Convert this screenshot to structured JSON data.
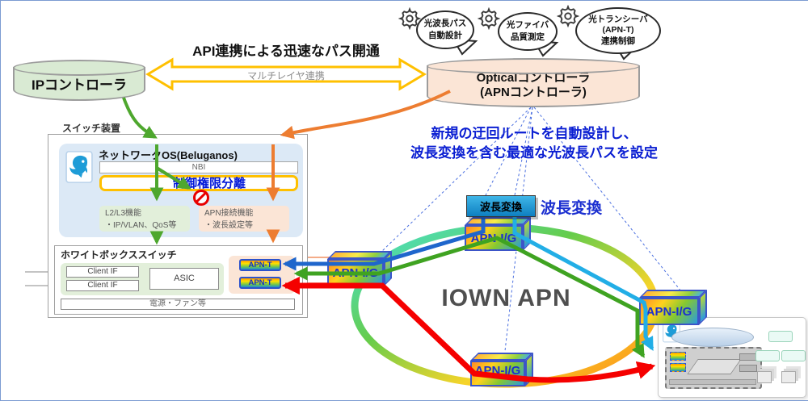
{
  "bubbles": [
    {
      "line1": "光波長パス",
      "line2": "自動設計"
    },
    {
      "line1": "光ファイバ",
      "line2": "品質測定"
    },
    {
      "line1": "光トランシーバ",
      "line2": "(APN-T)",
      "line3": "連携制御"
    }
  ],
  "api_link": {
    "title": "API連携による迅速なパス開通",
    "subtitle": "マルチレイヤ連携"
  },
  "controllers": {
    "ip": "IPコントローラ",
    "optical_line1": "Opticalコントローラ",
    "optical_line2": "(APNコントローラ)"
  },
  "switch_device": {
    "label": "スイッチ装置",
    "os_title": "ネットワークOS(Beluganos)",
    "nbi": "NBI",
    "separation": "制御権限分離",
    "l2l3": {
      "line1": "L2/L3機能",
      "line2": "・IP/VLAN、QoS等"
    },
    "apn_func": {
      "line1": "APN接続機能",
      "line2": "・波長設定等"
    },
    "whitebox": {
      "title": "ホワイトボックススイッチ",
      "client_if_1": "Client IF",
      "client_if_2": "Client IF",
      "asic": "ASIC",
      "power": "電源・ファン等",
      "apn_t_1": "APN-T",
      "apn_t_2": "APN-T"
    }
  },
  "annotation": {
    "line1": "新規の迂回ルートを自動設計し、",
    "line2": "波長変換を含む最適な光波長パスを設定"
  },
  "apn_ring": {
    "title": "IOWN APN",
    "wavelength_conversion_box": "波長変換",
    "wavelength_conversion_label": "波長変換",
    "node_top": "APN-I/G",
    "node_left": "APN-I/G",
    "node_right": "APN-I/G",
    "node_bottom": "APN-I/G"
  },
  "colors": {
    "path_blue": "#1f66cc",
    "path_cyan": "#22aee6",
    "path_green": "#3fa321",
    "path_red": "#f50000",
    "api_arrow_yellow": "#ffc000",
    "ip_arrow_green": "#4ea72e",
    "optical_arrow_orange": "#ed7d31",
    "annotation_blue": "#0a1ed2",
    "separation_blue": "#0016d9"
  }
}
